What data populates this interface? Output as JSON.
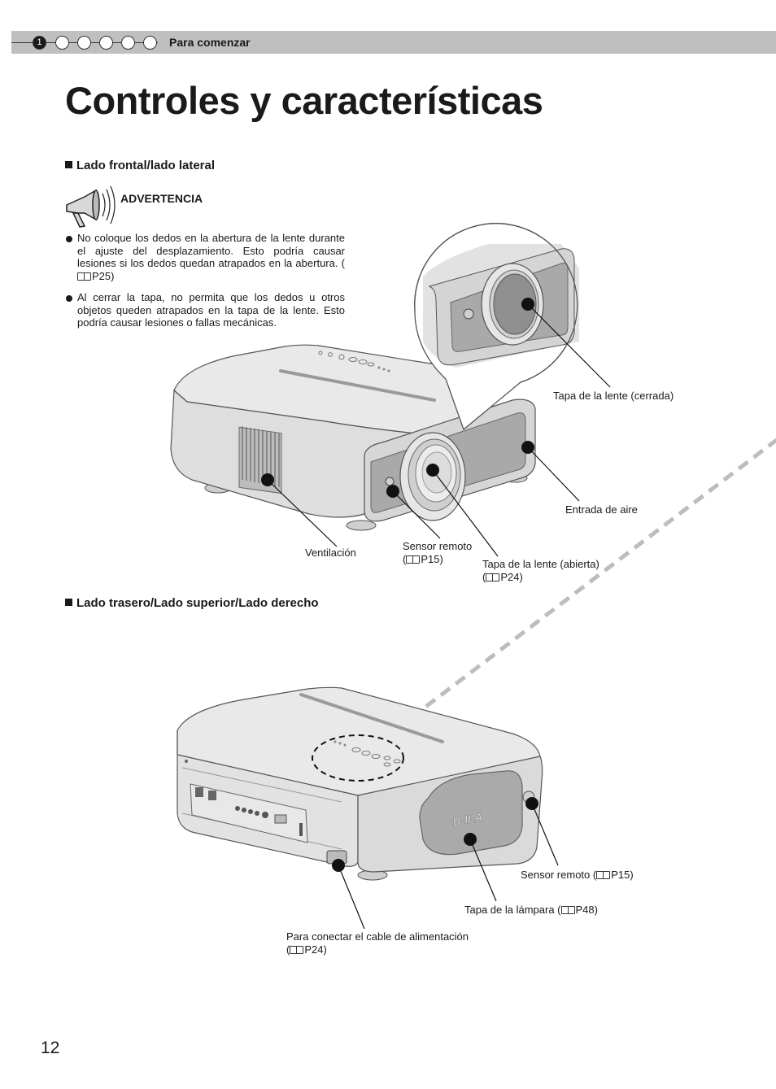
{
  "header": {
    "steps": [
      "1",
      "",
      "",
      "",
      "",
      ""
    ],
    "section": "Para comenzar"
  },
  "title": "Controles y características",
  "front": {
    "heading": "Lado frontal/lado lateral",
    "warning": {
      "title": "ADVERTENCIA",
      "items": [
        {
          "text": "No coloque los dedos en la abertura de la lente durante el ajuste del desplazamiento. Esto podría causar lesiones si los dedos quedan atrapados en la abertura. (",
          "ref": "P25",
          "tail": ")"
        },
        {
          "text": "Al cerrar la tapa, no permita que los dedos u otros objetos queden atrapados en la tapa de la lente. Esto podría causar lesiones o fallas mecánicas.",
          "ref": "",
          "tail": ""
        }
      ]
    },
    "labels": {
      "lens_closed": "Tapa de la lente (cerrada)",
      "air_intake": "Entrada de aire",
      "ventilation": "Ventilación",
      "remote_sensor": "Sensor remoto",
      "remote_sensor_ref": "P15",
      "lens_open": "Tapa de la lente (abierta)",
      "lens_open_ref": "P24"
    }
  },
  "rear": {
    "heading": "Lado trasero/Lado superior/Lado derecho",
    "labels": {
      "remote_sensor": "Sensor remoto (",
      "remote_sensor_ref": "P15",
      "lamp_cover": "Tapa de la lámpara (",
      "lamp_cover_ref": "P48",
      "power": "Para conectar el cable de alimentación",
      "power_ref": "P24"
    },
    "logo_text": "D-ILA"
  },
  "page_number": "12",
  "colors": {
    "header_bar": "#bfbfbf",
    "body_gray": "#e4e4e4",
    "panel_gray": "#aaaaaa"
  }
}
